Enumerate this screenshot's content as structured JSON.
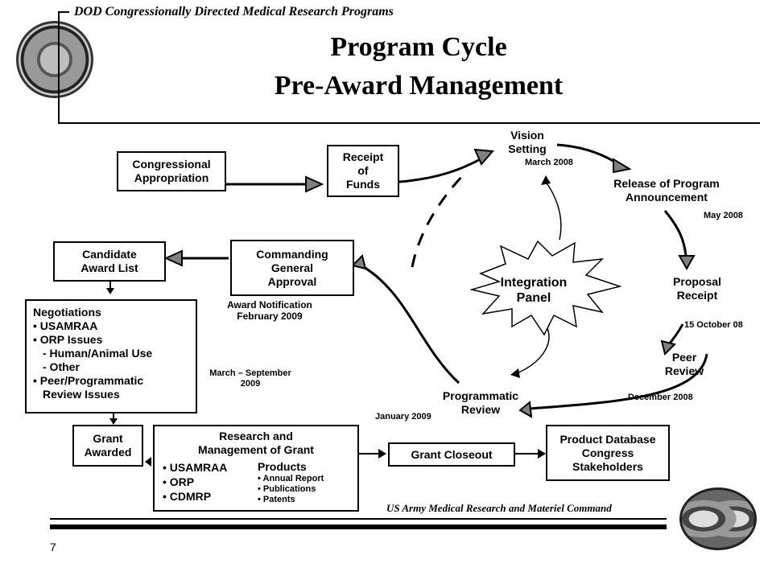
{
  "header": {
    "subtitle": "DOD Congressionally Directed Medical Research Programs",
    "title_line1": "Program Cycle",
    "title_line2": "Pre-Award Management"
  },
  "flow": {
    "congressional_appropriation": "Congressional\nAppropriation",
    "receipt_of_funds": "Receipt\nof\nFunds",
    "vision_setting": "Vision\nSetting",
    "vision_date": "March 2008",
    "release_announcement": "Release of Program\nAnnouncement",
    "release_date": "May 2008",
    "proposal_receipt": "Proposal\nReceipt",
    "proposal_date": "15 October 08",
    "peer_review": "Peer\nReview",
    "peer_date": "December 2008",
    "programmatic_review": "Programmatic\nReview",
    "programmatic_date": "January 2009",
    "integration_panel": "Integration\nPanel",
    "commanding_general": "Commanding\nGeneral\nApproval",
    "award_notification": "Award Notification\nFebruary 2009",
    "candidate_award_list": "Candidate\nAward List",
    "negotiations_title": "Negotiations",
    "negotiations_items": [
      "• USAMRAA",
      "• ORP Issues",
      "- Human/Animal Use",
      "- Other",
      "• Peer/Programmatic",
      "Review Issues"
    ],
    "negotiations_date": "March – September\n2009",
    "grant_awarded": "Grant\nAwarded",
    "research_mgmt_title": "Research and\nManagement of Grant",
    "research_left": [
      "• USAMRAA",
      "• ORP",
      "• CDMRP"
    ],
    "products_title": "Products",
    "products_items": [
      "• Annual Report",
      "• Publications",
      "• Patents"
    ],
    "grant_closeout": "Grant Closeout",
    "product_database": "Product Database\nCongress\nStakeholders"
  },
  "footer": {
    "command": "US Army Medical Research and Materiel Command",
    "page_number": "7"
  },
  "colors": {
    "arrowhead": "#808080",
    "rule": "#000000"
  }
}
